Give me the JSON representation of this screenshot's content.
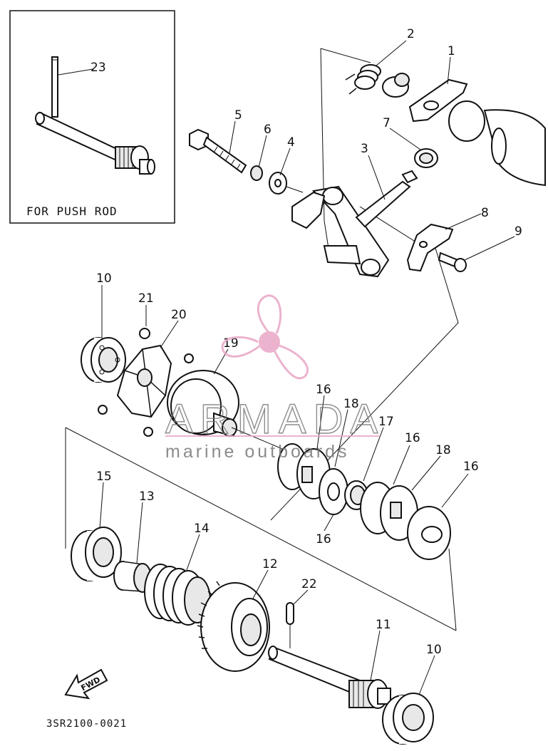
{
  "diagram": {
    "inset_caption": "FOR PUSH ROD",
    "diagram_code": "3SR2100-0021",
    "fwd_label": "FWD",
    "watermark": {
      "brand": "ARMADA",
      "tagline": "marine outboards",
      "color": "#e8a6c6"
    },
    "callouts": {
      "p1": "1",
      "p2": "2",
      "p3": "3",
      "p4": "4",
      "p5": "5",
      "p6": "6",
      "p7": "7",
      "p8": "8",
      "p9": "9",
      "p10a": "10",
      "p10b": "10",
      "p11": "11",
      "p12": "12",
      "p13": "13",
      "p14": "14",
      "p15": "15",
      "p16a": "16",
      "p16b": "16",
      "p16c": "16",
      "p16d": "16",
      "p17": "17",
      "p18a": "18",
      "p18b": "18",
      "p19": "19",
      "p20": "20",
      "p21": "21",
      "p22": "22",
      "p23": "23"
    }
  }
}
